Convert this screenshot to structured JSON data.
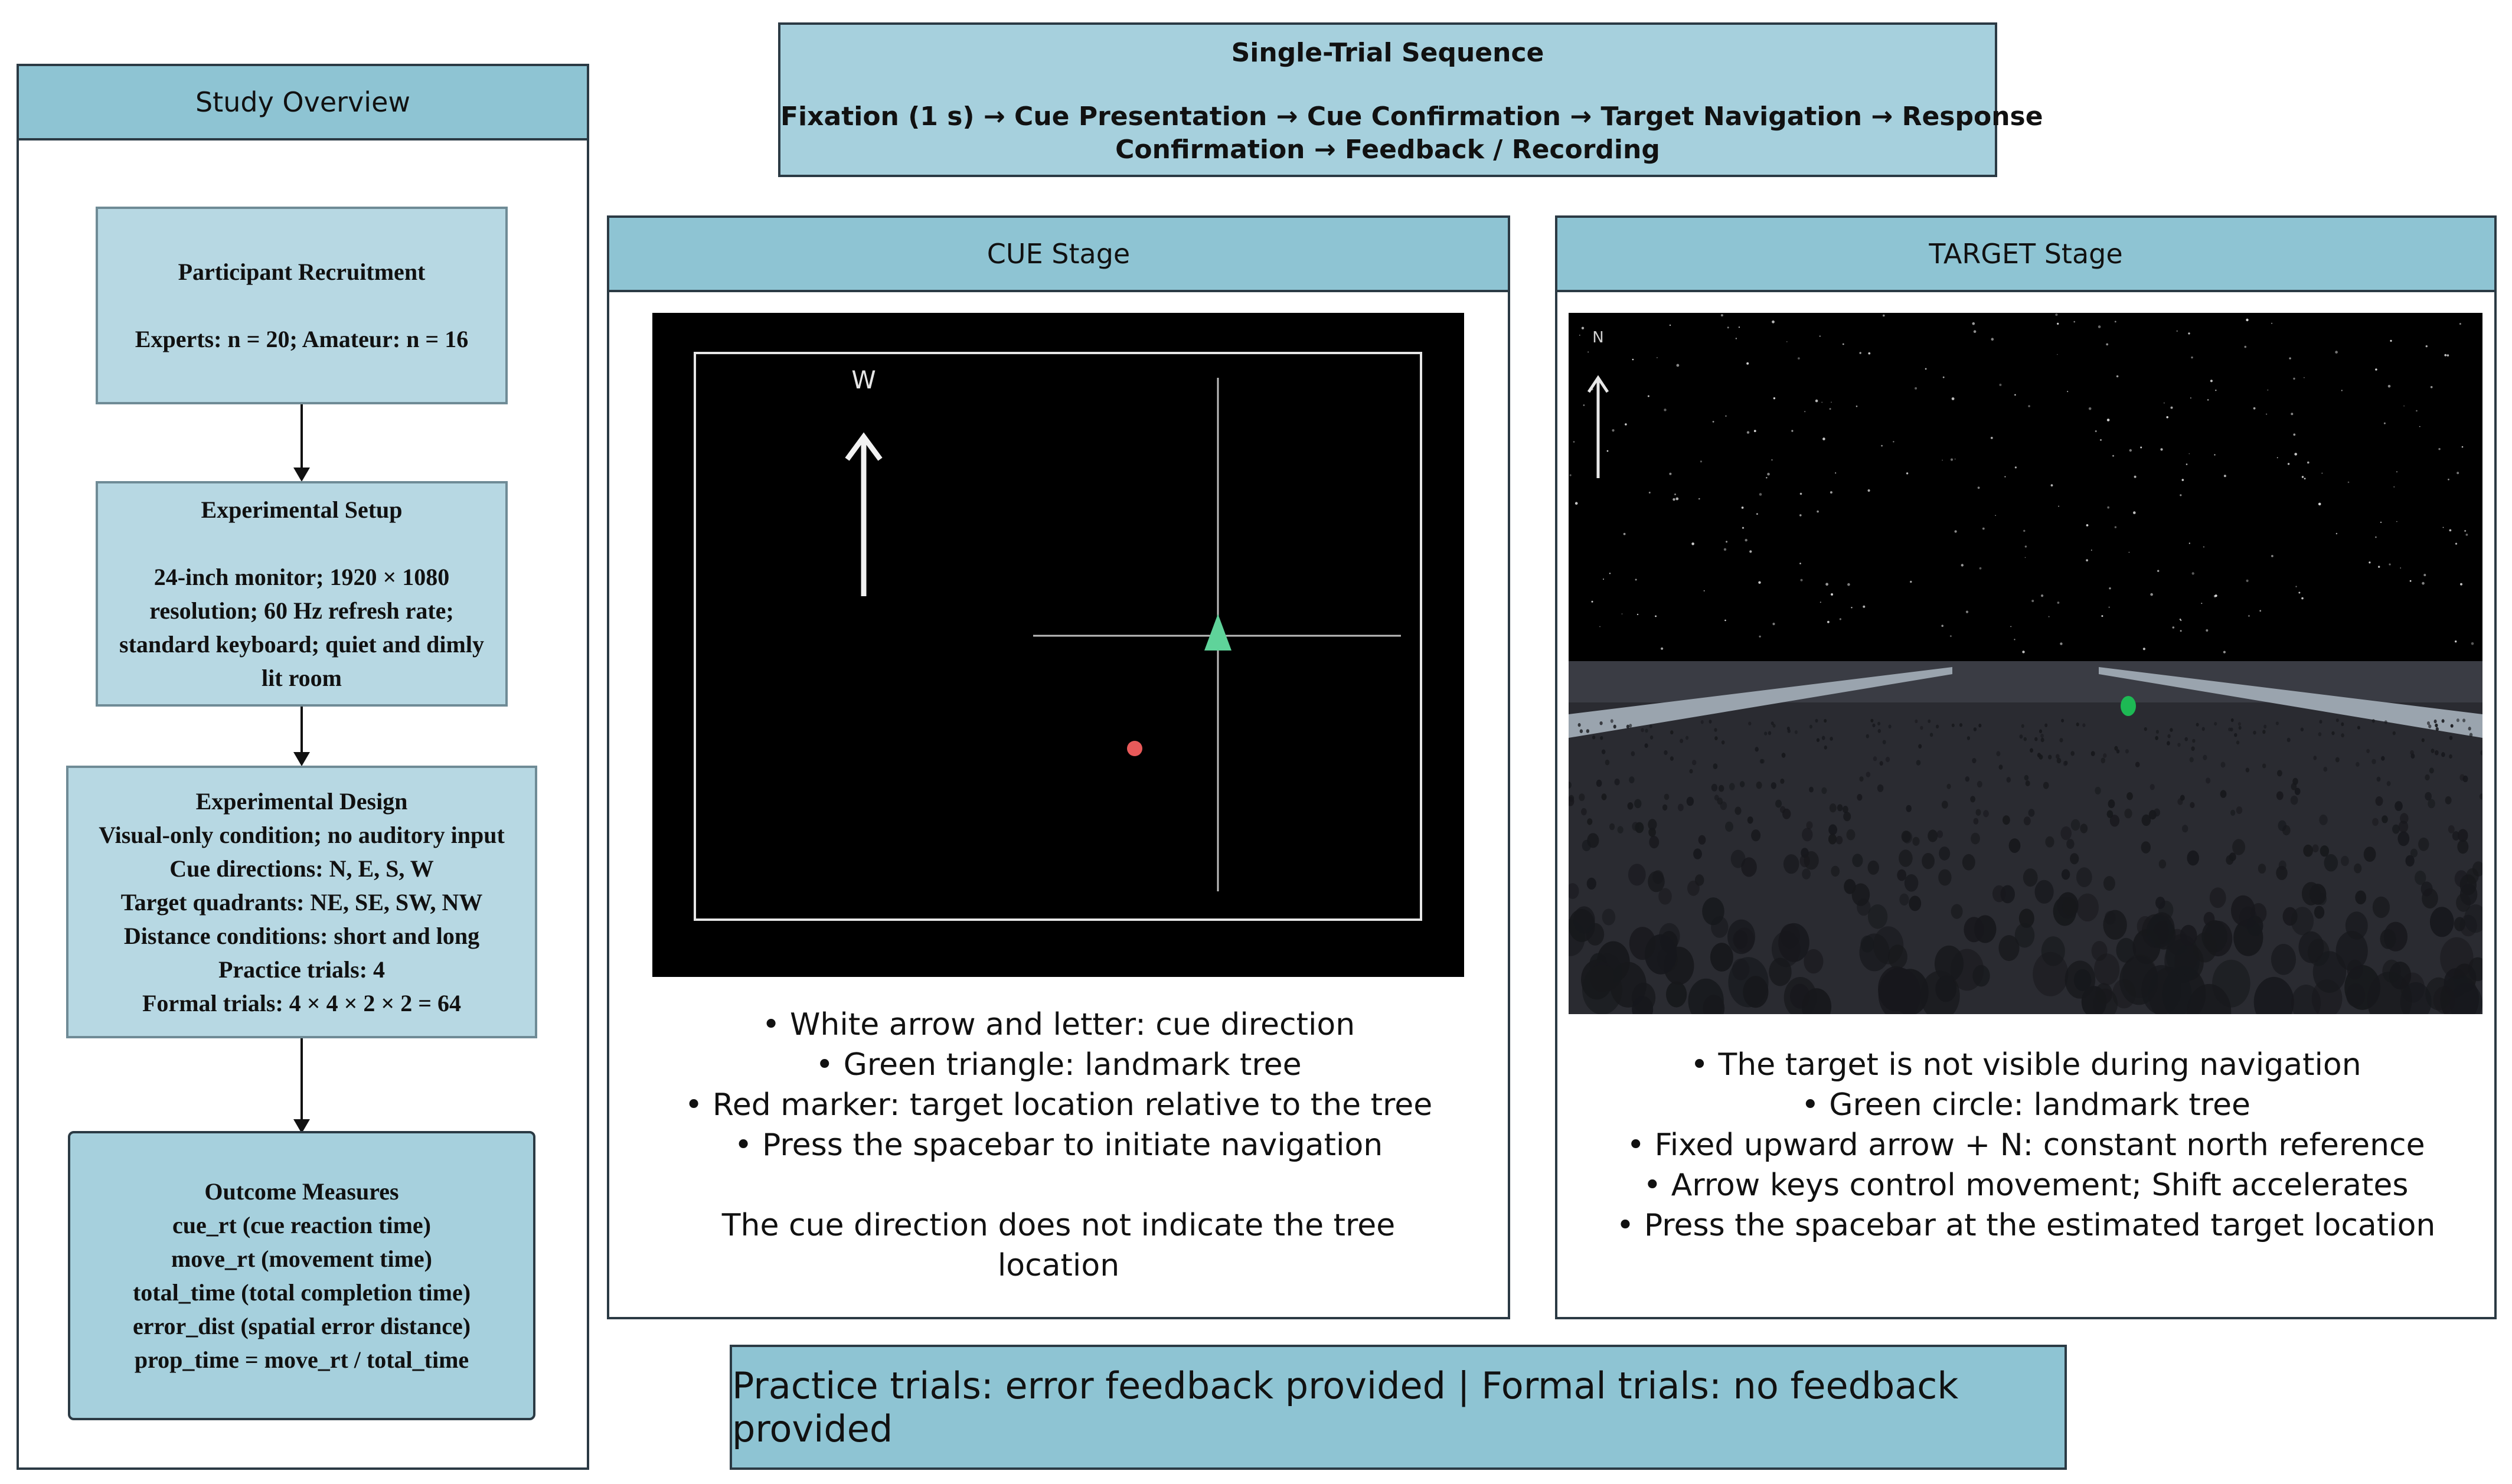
{
  "overview": {
    "title": "Study Overview",
    "boxes": [
      {
        "title": "Participant Recruitment",
        "lines": [
          "",
          "Experts: n = 20; Amateur: n = 16"
        ]
      },
      {
        "title": "Experimental Setup",
        "lines": [
          "",
          "24-inch monitor; 1920 × 1080",
          "resolution; 60 Hz refresh rate;",
          "standard keyboard; quiet and dimly",
          "lit room"
        ]
      },
      {
        "title": "Experimental Design",
        "lines": [
          "Visual-only condition; no auditory input",
          "Cue directions: N, E, S, W",
          "Target quadrants: NE, SE, SW, NW",
          "Distance conditions: short and long",
          "Practice trials: 4",
          "Formal trials: 4 × 4 × 2 × 2 = 64"
        ]
      },
      {
        "title": "Outcome Measures",
        "lines": [
          "cue_rt (cue reaction time)",
          "move_rt (movement time)",
          "total_time (total completion time)",
          "error_dist (spatial error distance)",
          "prop_time = move_rt / total_time"
        ]
      }
    ]
  },
  "sequence": {
    "title": "Single-Trial Sequence",
    "line1": "Fixation (1 s) → Cue Presentation → Cue Confirmation → Target Navigation → Response",
    "line2": "Confirmation → Feedback / Recording"
  },
  "cue": {
    "title": "CUE Stage",
    "direction_letter": "W",
    "colors": {
      "tree": "#5fd39a",
      "target": "#e85a5a"
    },
    "bullets": [
      "• White arrow and letter: cue direction",
      "• Green triangle: landmark tree",
      "• Red marker: target location relative to the tree",
      "• Press the spacebar to initiate navigation"
    ],
    "note_lines": [
      "The cue direction does not indicate the tree",
      "location"
    ]
  },
  "target": {
    "title": "TARGET Stage",
    "north_letter": "N",
    "colors": {
      "tree": "#1db954"
    },
    "bullets": [
      "• The target is not visible during navigation",
      "• Green circle: landmark tree",
      "• Fixed upward arrow + N: constant north reference",
      "• Arrow keys control movement; Shift accelerates",
      "• Press the spacebar at the estimated target location"
    ]
  },
  "footer": {
    "text": "Practice trials: error feedback provided | Formal trials: no feedback provided"
  }
}
